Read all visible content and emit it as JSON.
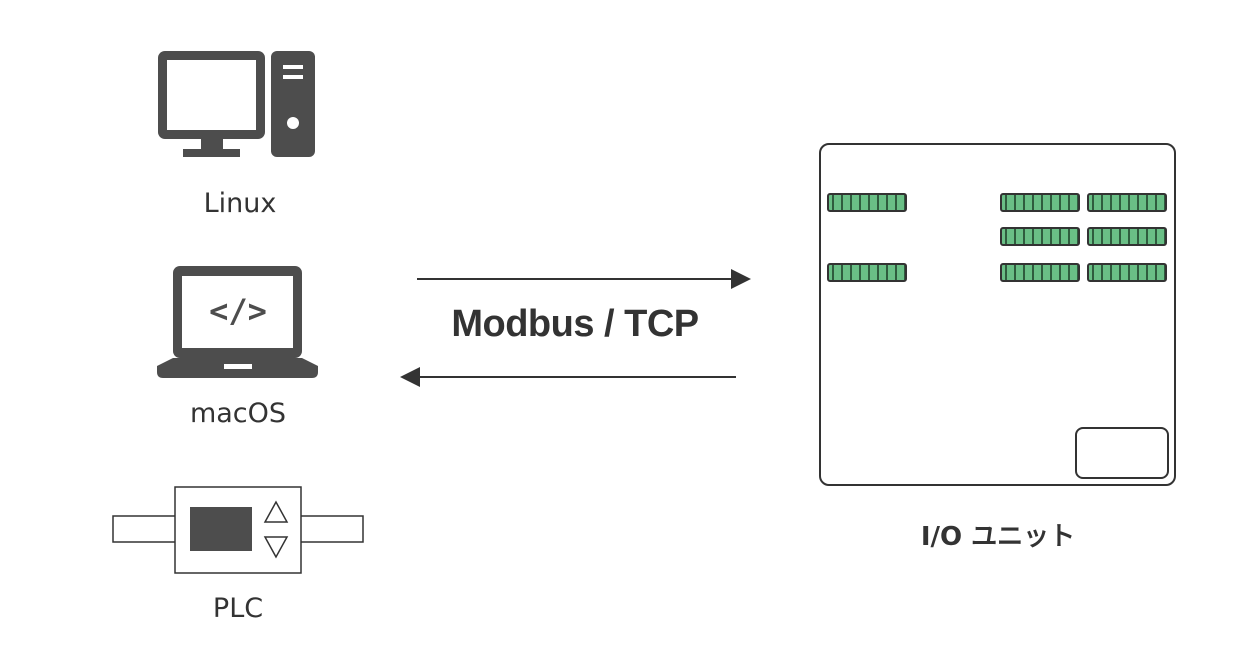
{
  "devices": [
    {
      "id": "linux",
      "label": "Linux",
      "icon": "desktop-computer-icon"
    },
    {
      "id": "macos",
      "label": "macOS",
      "icon": "laptop-code-icon"
    },
    {
      "id": "plc",
      "label": "PLC",
      "icon": "plc-icon"
    }
  ],
  "connection": {
    "protocol": "Modbus / TCP",
    "arrows": [
      "to-io-unit",
      "to-devices"
    ]
  },
  "io_unit": {
    "label": "I/O ユニット",
    "icon": "io-board-icon"
  },
  "colors": {
    "icon_gray": "#4d4d4d",
    "terminal_green": "#6abf86",
    "text": "#333333"
  }
}
